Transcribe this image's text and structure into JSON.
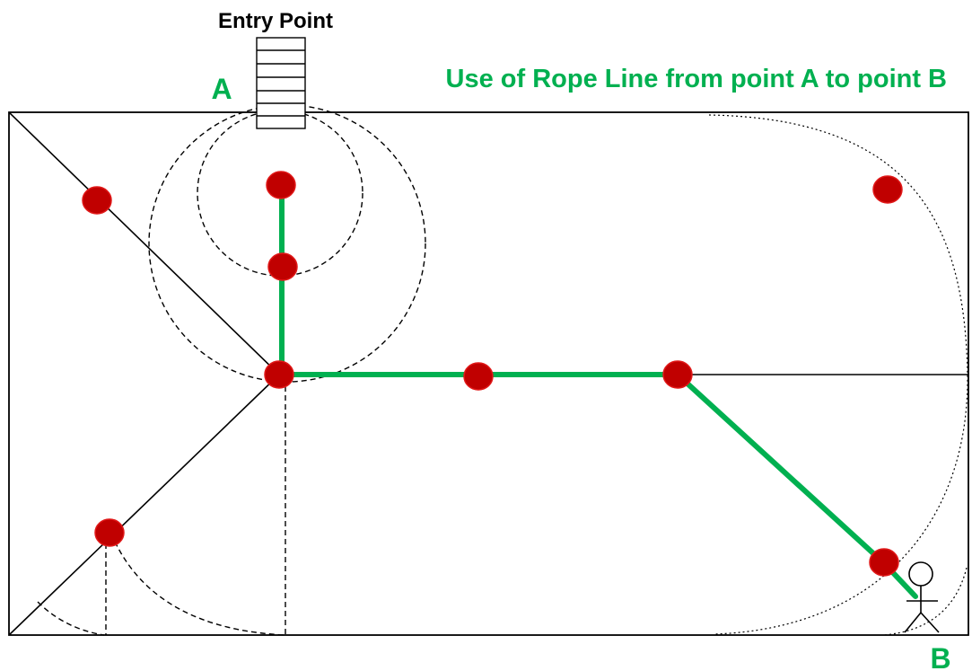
{
  "labels": {
    "entry_point": "Entry Point",
    "title": "Use of Rope Line from point A to point B",
    "point_a": "A",
    "point_b": "B"
  },
  "colors": {
    "rope": "#00b050",
    "label_green": "#00b050",
    "marker_fill": "#c00000",
    "marker_stroke": "#e01818",
    "outline": "#000000"
  },
  "icons": {
    "entry": "ladder-icon",
    "person": "stick-figure-icon"
  }
}
